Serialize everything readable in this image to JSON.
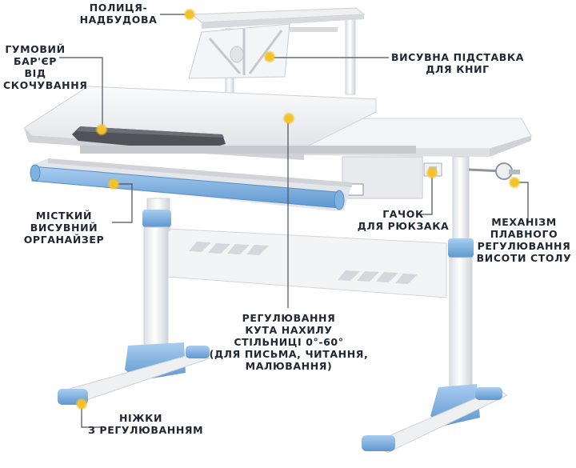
{
  "labels": {
    "shelf": [
      "ПОЛИЦЯ-",
      "НАДБУДОВА"
    ],
    "bumper": [
      "ГУМОВИЙ",
      "БАР'ЄР",
      "ВІД",
      "СКОЧУВАННЯ"
    ],
    "book_stand": [
      "ВИСУВНА ПІДСТАВКА",
      "ДЛЯ КНИГ"
    ],
    "organizer": [
      "МІСТКИЙ",
      "ВИСУВНИЙ",
      "ОРГАНАЙЗЕР"
    ],
    "hook": [
      "ГАЧОК",
      "ДЛЯ РЮКЗАКА"
    ],
    "mechanism": [
      "МЕХАНІЗМ",
      "ПЛАВНОГО",
      "РЕГУЛЮВАННЯ",
      "ВИСОТИ СТОЛУ"
    ],
    "tilt": [
      "РЕГУЛЮВАННЯ",
      "КУТА НАХИЛУ",
      "СТІЛЬНИЦІ 0°-60°",
      "(ДЛЯ ПИСЬМА, ЧИТАННЯ,",
      "МАЛЮВАННЯ)"
    ],
    "legs": [
      "НІЖКИ",
      "З РЕГУЛЮВАННЯМ"
    ]
  },
  "colors": {
    "accent_blue": "#7fb2e0",
    "desk_white": "#f1f2f4",
    "marker_yellow": "#f3c22b",
    "line": "#4a4f57",
    "text": "#1f2733"
  }
}
